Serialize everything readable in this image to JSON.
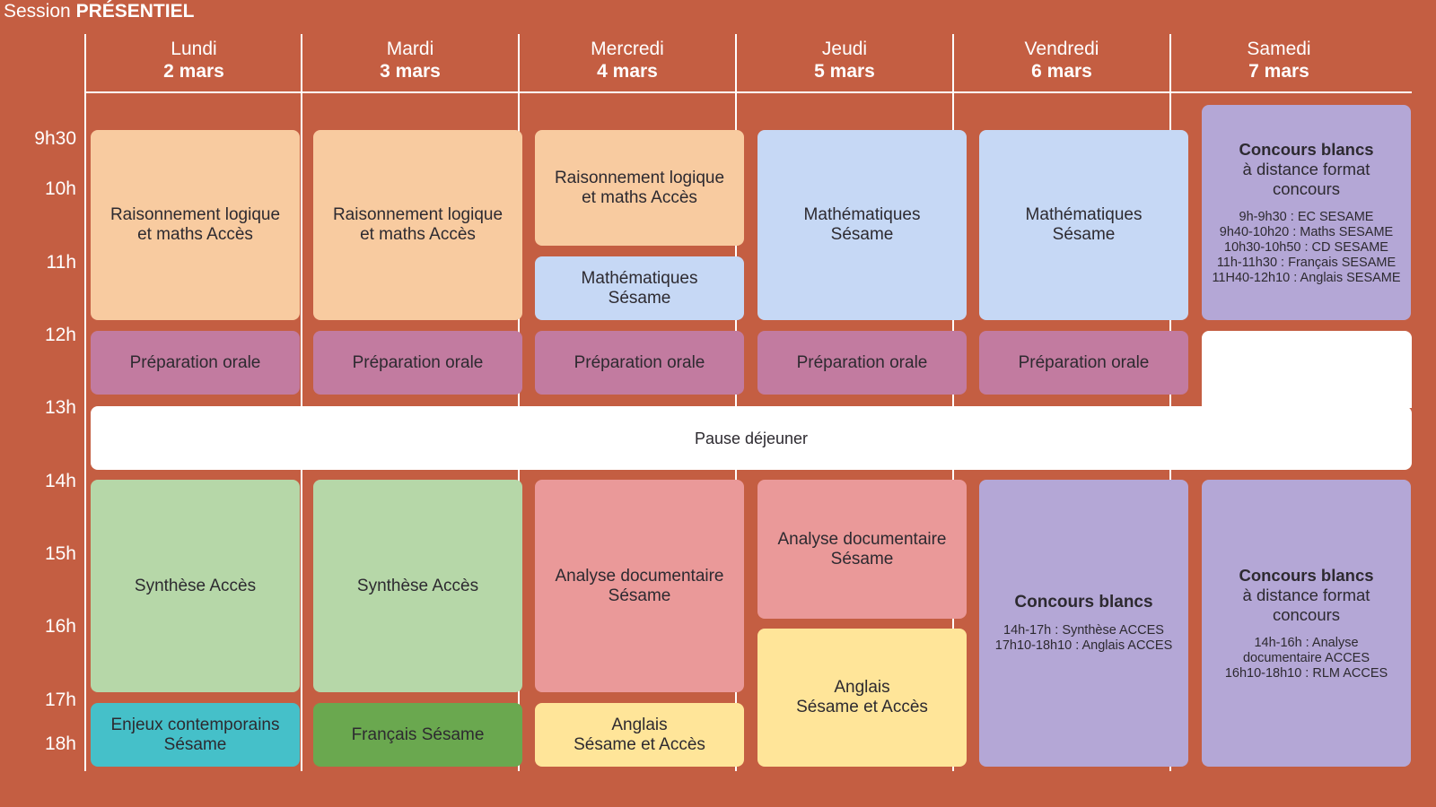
{
  "session": {
    "prefix": "Session",
    "name": "PRÉSENTIEL"
  },
  "days": [
    {
      "name": "Lundi",
      "date": "2 mars"
    },
    {
      "name": "Mardi",
      "date": "3 mars"
    },
    {
      "name": "Mercredi",
      "date": "4 mars"
    },
    {
      "name": "Jeudi",
      "date": "5 mars"
    },
    {
      "name": "Vendredi",
      "date": "6 mars"
    },
    {
      "name": "Samedi",
      "date": "7 mars"
    }
  ],
  "times": [
    "9h30",
    "10h",
    "11h",
    "12h",
    "13h",
    "14h",
    "15h",
    "16h",
    "17h",
    "18h"
  ],
  "events": {
    "lundi_rlm": "Raisonnement logique\net maths Accès",
    "lundi_oral": "Préparation orale",
    "lundi_synthese": "Synthèse Accès",
    "lundi_enjeux": "Enjeux contemporains\nSésame",
    "mardi_rlm": "Raisonnement logique\net maths Accès",
    "mardi_oral": "Préparation orale",
    "mardi_synthese": "Synthèse Accès",
    "mardi_francais": "Français Sésame",
    "mercredi_rlm": "Raisonnement logique\net maths Accès",
    "mercredi_maths": "Mathématiques\nSésame",
    "mercredi_oral": "Préparation orale",
    "mercredi_analyse": "Analyse documentaire\nSésame",
    "mercredi_anglais": "Anglais\nSésame et Accès",
    "jeudi_maths": "Mathématiques\nSésame",
    "jeudi_oral": "Préparation orale",
    "jeudi_analyse": "Analyse documentaire\nSésame",
    "jeudi_anglais": "Anglais\nSésame et Accès",
    "vendredi_maths": "Mathématiques\nSésame",
    "vendredi_oral": "Préparation orale",
    "vendredi_cb_title": "Concours blancs",
    "vendredi_cb_lines": "14h-17h : Synthèse ACCES\n17h10-18h10 : Anglais ACCES",
    "samedi_am_title": "Concours blancs",
    "samedi_am_sub": "à distance format\nconcours",
    "samedi_am_lines": "9h-9h30 : EC SESAME\n9h40-10h20 : Maths SESAME\n10h30-10h50 : CD SESAME\n11h-11h30 : Français SESAME\n11H40-12h10 : Anglais SESAME",
    "samedi_pm_title": "Concours blancs",
    "samedi_pm_sub": "à distance format\nconcours",
    "samedi_pm_lines": "14h-16h : Analyse\ndocumentaire ACCES\n16h10-18h10 : RLM ACCES",
    "pause": "Pause déjeuner"
  },
  "colors": {
    "background": "#c45e42",
    "orange": "#f8cba0",
    "blue": "#c6d8f5",
    "mauve": "#c27ba0",
    "green": "#b6d7a8",
    "teal": "#45c0c9",
    "dark_green": "#6aa84f",
    "red": "#ea9999",
    "yellow": "#ffe599",
    "purple": "#b4a7d6"
  }
}
